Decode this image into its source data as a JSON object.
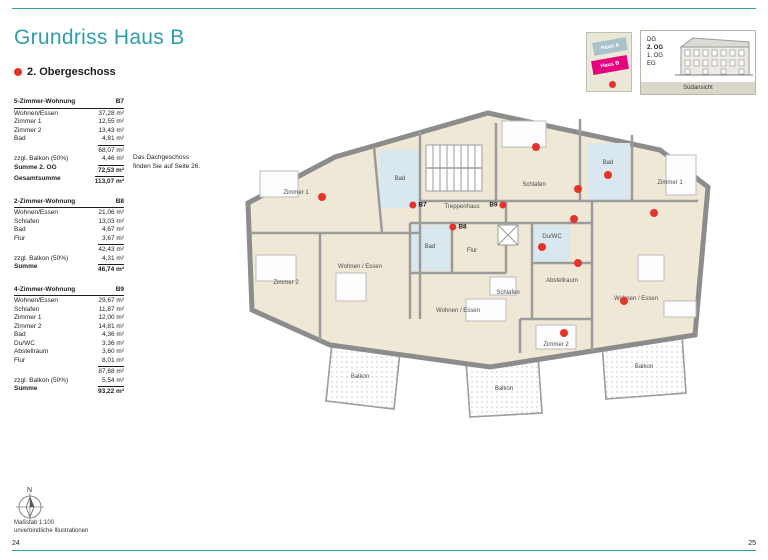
{
  "page": {
    "title": "Grundriss Haus B",
    "subtitle": "2. Obergeschoss",
    "page_number_left": "24",
    "page_number_right": "25",
    "colors": {
      "teal": "#2f9eab",
      "red": "#e5332a",
      "magenta": "#e5007d"
    }
  },
  "note": {
    "line1": "Das Dachgeschoss",
    "line2": "finden Sie auf Seite 26."
  },
  "footnote": {
    "line1": "Maßstab 1:100",
    "line2": "unverbindliche Illustrationen",
    "compass": "N"
  },
  "legend": {
    "minimap": {
      "haus_a": "Haus A",
      "haus_b": "Haus B"
    },
    "floors": [
      "DG",
      "2. OG",
      "1. OG",
      "EG"
    ],
    "active_floor": "2. OG",
    "view_label": "Südansicht"
  },
  "tables": [
    {
      "title": "5-Zimmer-Wohnung",
      "code": "B7",
      "rows": [
        {
          "label": "Wohnen/Essen",
          "value": "37,28 m²"
        },
        {
          "label": "Zimmer 1",
          "value": "12,55 m²"
        },
        {
          "label": "Zimmer 2",
          "value": "13,43 m²"
        },
        {
          "label": "Bad",
          "value": "4,81 m²"
        }
      ],
      "subtotal": "68,07 m²",
      "balkon_label": "zzgl. Balkon (50%)",
      "balkon_value": "4,46 m²",
      "sums": [
        {
          "label": "Summe 2. OG",
          "value": "72,53 m²"
        },
        {
          "label": "Gesamtsumme",
          "value": "113,07 m²"
        }
      ]
    },
    {
      "title": "2-Zimmer-Wohnung",
      "code": "B8",
      "rows": [
        {
          "label": "Wohnen/Essen",
          "value": "21,06 m²"
        },
        {
          "label": "Schlafen",
          "value": "13,03 m²"
        },
        {
          "label": "Bad",
          "value": "4,67 m²"
        },
        {
          "label": "Flur",
          "value": "3,67 m²"
        }
      ],
      "subtotal": "42,43 m²",
      "balkon_label": "zzgl. Balkon (50%)",
      "balkon_value": "4,31 m²",
      "sums": [
        {
          "label": "Summe",
          "value": "46,74 m²"
        }
      ]
    },
    {
      "title": "4-Zimmer-Wohnung",
      "code": "B9",
      "rows": [
        {
          "label": "Wohnen/Essen",
          "value": "29,67 m²"
        },
        {
          "label": "Schlafen",
          "value": "11,87 m²"
        },
        {
          "label": "Zimmer 1",
          "value": "12,00 m²"
        },
        {
          "label": "Zimmer 2",
          "value": "14,81 m²"
        },
        {
          "label": "Bad",
          "value": "4,36 m²"
        },
        {
          "label": "Du/WC",
          "value": "3,36 m²"
        },
        {
          "label": "Abstellraum",
          "value": "3,60 m²"
        },
        {
          "label": "Flur",
          "value": "8,01 m²"
        }
      ],
      "subtotal": "87,68 m²",
      "balkon_label": "zzgl. Balkon (50%)",
      "balkon_value": "5,54 m²",
      "sums": [
        {
          "label": "Summe",
          "value": "93,22 m²"
        }
      ]
    }
  ],
  "plan": {
    "rooms": [
      "Zimmer 1",
      "Bad",
      "Schlafen",
      "Bad",
      "Zimmer 1",
      "Treppenhaus",
      "Zimmer 2",
      "Wohnen / Essen",
      "Bad",
      "Flur",
      "Du/WC",
      "Abstellraum",
      "Schlafen",
      "Wohnen / Essen",
      "Wohnen / Essen",
      "Zimmer 2",
      "Balkon",
      "Balkon",
      "Balkon"
    ],
    "units": [
      "B7",
      "B8",
      "B9"
    ]
  }
}
